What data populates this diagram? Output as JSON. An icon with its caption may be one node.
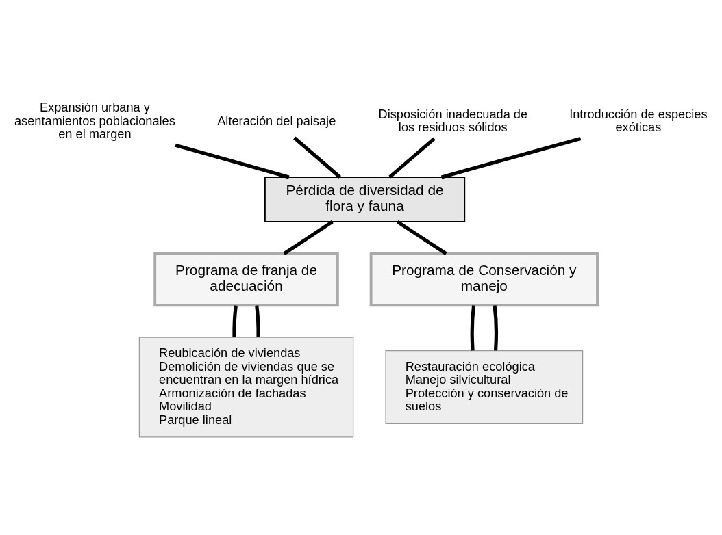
{
  "diagram": {
    "nodes": [
      {
        "text": [
          "Expansión urbana y asentamientos poblacionales en el margen"
        ]
      },
      {
        "text": [
          "Alteración del paisaje"
        ]
      },
      {
        "text": [
          "Disposición inadecuada de los residuos sólidos"
        ]
      },
      {
        "text": [
          "Introducción de especies exóticas"
        ]
      },
      {
        "text": [
          "Pérdida de diversidad de flora y fauna"
        ]
      },
      {
        "text": [
          "Programa de franja de adecuación"
        ]
      },
      {
        "text": [
          "Programa de Conservación y manejo"
        ]
      },
      {
        "text": [
          "Reubicación de viviendas",
          "Demolición de viviendas que se encuentran en la margen hídrica",
          "Armonización de fachadas",
          "Movilidad",
          "Parque lineal"
        ]
      },
      {
        "text": [
          "Restauración ecológica",
          "Manejo silvicultural",
          "Protección y conservación de suelos"
        ]
      }
    ],
    "edges": [
      {
        "from": 0,
        "to": 4,
        "arrow": "none"
      },
      {
        "from": 1,
        "to": 4,
        "arrow": "none"
      },
      {
        "from": 2,
        "to": 4,
        "arrow": "none"
      },
      {
        "from": 3,
        "to": 4,
        "arrow": "none"
      },
      {
        "from": 4,
        "to": 5,
        "arrow": "none"
      },
      {
        "from": 4,
        "to": 6,
        "arrow": "none"
      },
      {
        "from": 5,
        "to": 7,
        "arrow": "none"
      },
      {
        "from": 5,
        "to": 7,
        "arrow": "none"
      },
      {
        "from": 6,
        "to": 8,
        "arrow": "none"
      },
      {
        "from": 6,
        "to": 8,
        "arrow": "none"
      }
    ]
  }
}
